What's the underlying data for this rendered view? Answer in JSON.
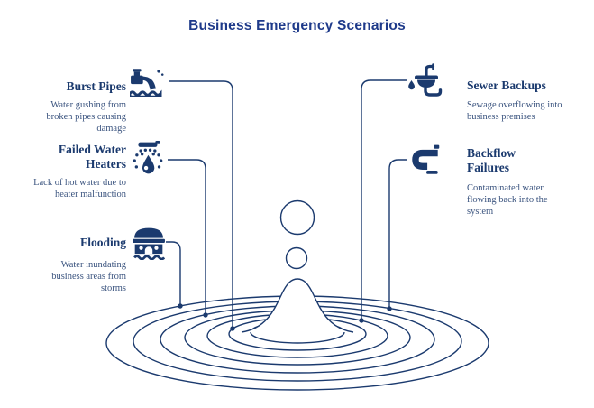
{
  "title": "Business Emergency Scenarios",
  "colors": {
    "navy": "#1b3a6e",
    "title_navy": "#1e3a8a",
    "body_text": "#3b547f"
  },
  "scenarios": [
    {
      "name": "Burst Pipes",
      "description": "Water gushing from broken pipes causing damage",
      "icon": "burst-pipe-icon",
      "side": "left"
    },
    {
      "name": "Failed Water Heaters",
      "description": "Lack of hot water due to heater malfunction",
      "icon": "shower-heater-icon",
      "side": "left"
    },
    {
      "name": "Flooding",
      "description": "Water inundating business areas from storms",
      "icon": "flooded-building-icon",
      "side": "left"
    },
    {
      "name": "Sewer Backups",
      "description": "Sewage overflowing into business premises",
      "icon": "overflowing-sink-icon",
      "side": "right"
    },
    {
      "name": "Backflow Failures",
      "description": "Contaminated water flowing back into the system",
      "icon": "backflow-pipe-icon",
      "side": "right"
    }
  ],
  "center_graphic": "water-drop-ripple"
}
